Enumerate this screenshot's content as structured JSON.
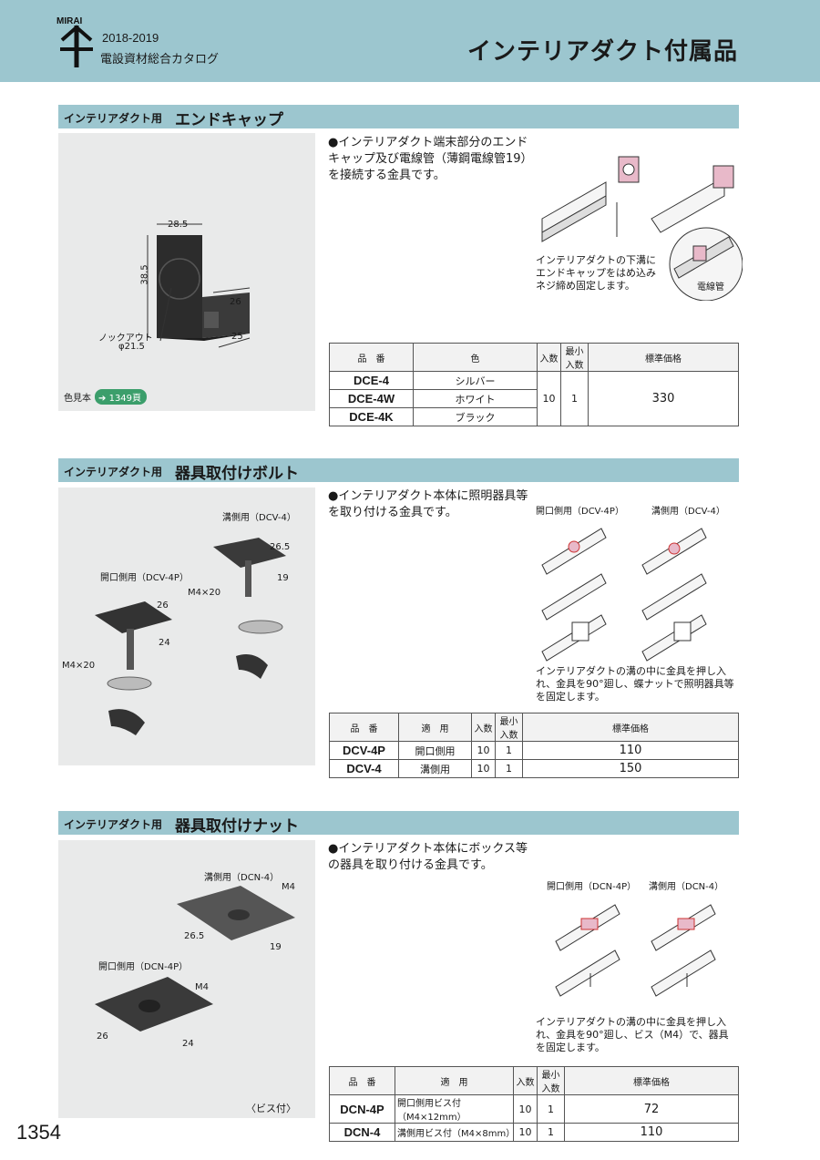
{
  "header": {
    "logo_text": "MIRAI",
    "years": "2018-2019",
    "catalog": "電設資材総合カタログ",
    "title": "インテリアダクト付属品"
  },
  "sections": [
    {
      "prefix": "インテリアダクト用",
      "name": "エンドキャップ",
      "description": "●インテリアダクト端末部分のエンドキャップ及び電線管（薄鋼電線管19）を接続する金具です。",
      "dims": {
        "d1": "28.5",
        "d2": "38.5",
        "d3": "26",
        "d4": "25",
        "knockout": "ノックアウト",
        "phi": "φ21.5"
      },
      "note": "インテリアダクトの下溝にエンドキャップをはめ込みネジ締め固定します。",
      "callout": "電線管",
      "swatch_label": "色見本",
      "swatch_ref": "1349頁",
      "table": {
        "headers": [
          "品　番",
          "色",
          "入数",
          "最小入数",
          "標準価格"
        ],
        "rows": [
          {
            "code": "DCE-4",
            "attr": "シルバー"
          },
          {
            "code": "DCE-4W",
            "attr": "ホワイト"
          },
          {
            "code": "DCE-4K",
            "attr": "ブラック"
          }
        ],
        "qty": "10",
        "min": "1",
        "price": "330"
      }
    },
    {
      "prefix": "インテリアダクト用",
      "name": "器具取付けボルト",
      "description": "●インテリアダクト本体に照明器具等を取り付ける金具です。",
      "labels": {
        "groove": "溝側用（DCV-4）",
        "open": "開口側用（DCV-4P）",
        "bolt1": "M4×20",
        "bolt2": "M4×20",
        "d1": "26.5",
        "d2": "19",
        "d3": "26",
        "d4": "24"
      },
      "diag_labels": {
        "left": "開口側用（DCV-4P）",
        "right": "溝側用（DCV-4）"
      },
      "note": "インテリアダクトの溝の中に金具を押し入れ、金具を90°廻し、蝶ナットで照明器具等を固定します。",
      "table": {
        "headers": [
          "品　番",
          "適　用",
          "入数",
          "最小入数",
          "標準価格"
        ],
        "rows": [
          {
            "code": "DCV-4P",
            "attr": "開口側用",
            "qty": "10",
            "min": "1",
            "price": "110"
          },
          {
            "code": "DCV-4",
            "attr": "溝側用",
            "qty": "10",
            "min": "1",
            "price": "150"
          }
        ]
      }
    },
    {
      "prefix": "インテリアダクト用",
      "name": "器具取付けナット",
      "description": "●インテリアダクト本体にボックス等の器具を取り付ける金具です。",
      "labels": {
        "groove": "溝側用（DCN-4）",
        "open": "開口側用（DCN-4P）",
        "m1": "M4",
        "m2": "M4",
        "d1": "26.5",
        "d2": "19",
        "d3": "26",
        "d4": "24"
      },
      "diag_labels": {
        "left": "開口側用（DCN-4P）",
        "right": "溝側用（DCN-4）"
      },
      "note": "インテリアダクトの溝の中に金具を押し入れ、金具を90°廻し、ビス（M4）で、器具を固定します。",
      "footnote": "〈ビス付〉",
      "table": {
        "headers": [
          "品　番",
          "適　用",
          "入数",
          "最小入数",
          "標準価格"
        ],
        "rows": [
          {
            "code": "DCN-4P",
            "attr": "開口側用ビス付（M4×12mm）",
            "qty": "10",
            "min": "1",
            "price": "72"
          },
          {
            "code": "DCN-4",
            "attr": "溝側用ビス付（M4×8mm）",
            "qty": "10",
            "min": "1",
            "price": "110"
          }
        ]
      }
    }
  ],
  "page_number": "1354",
  "colors": {
    "band": "#9cc6cf",
    "photo_bg": "#e9eaea",
    "swatch": "#3b9e6b"
  }
}
